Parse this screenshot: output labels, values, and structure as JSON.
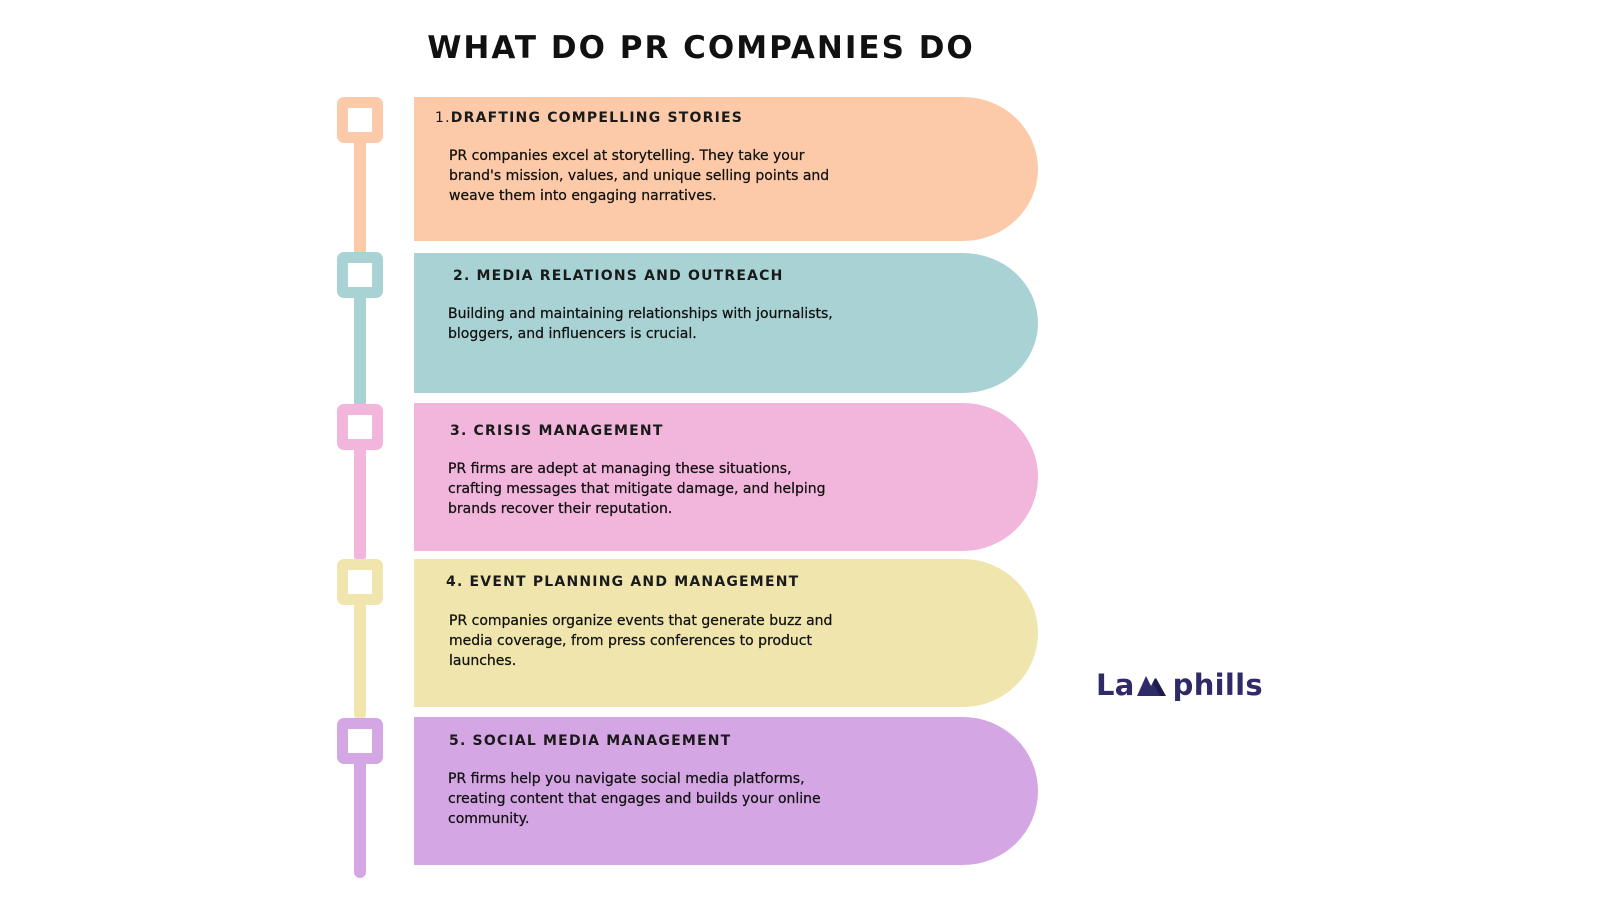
{
  "title": "WHAT DO PR COMPANIES DO",
  "colors": {
    "step1": "#fccaa8",
    "step2": "#a9d2d4",
    "step3": "#f2b5dc",
    "step4": "#efe5ad",
    "step5": "#d5a6e4",
    "logo": "#2f2a68"
  },
  "steps": [
    {
      "number": "1.",
      "title": "DRAFTING COMPELLING STORIES",
      "description": "PR companies excel at storytelling. They take your brand's mission, values, and unique selling points and weave them into engaging narratives."
    },
    {
      "number": "2.",
      "title": "MEDIA RELATIONS AND OUTREACH",
      "description": "Building and maintaining relationships with journalists, bloggers, and influencers is crucial."
    },
    {
      "number": "3.",
      "title": "CRISIS MANAGEMENT",
      "description": "PR firms are adept at managing these situations, crafting messages that mitigate damage, and helping brands recover their reputation."
    },
    {
      "number": "4.",
      "title": "EVENT PLANNING AND MANAGEMENT",
      "description": "PR companies organize events that generate buzz and media coverage, from press conferences to product launches."
    },
    {
      "number": "5.",
      "title": "SOCIAL MEDIA MANAGEMENT",
      "description": "PR firms help you navigate social media platforms, creating content that engages and builds your online community."
    }
  ],
  "logo": {
    "text": "Lamphills",
    "prefix": "La",
    "suffix": "phills",
    "icon": "mountain-peaks-icon"
  }
}
